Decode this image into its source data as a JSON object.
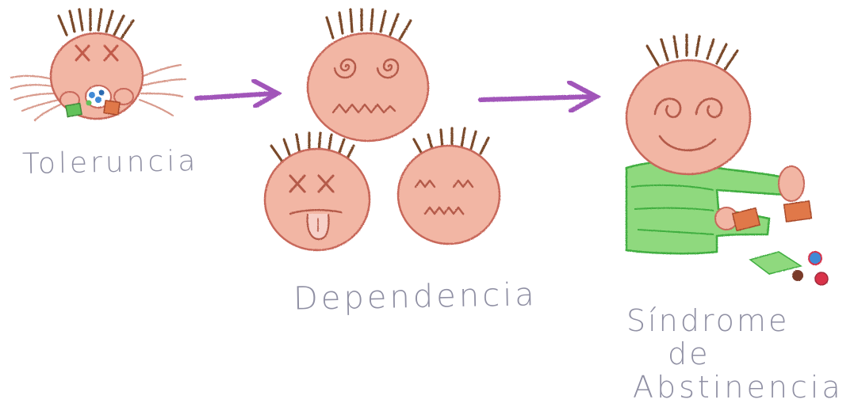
{
  "labels": {
    "tolerancia": "Toleruncia",
    "dependencia": "Dependencia",
    "abstinencia": {
      "line1": "Síndrome",
      "line2": "de",
      "line3": "Abstinencia"
    }
  },
  "colors": {
    "skin": "#f2b6a4",
    "skin_stroke": "#c8675a",
    "hair": "#7a4a2a",
    "arrow": "#a155b9",
    "shirt": "#7ed36f",
    "shirt_stroke": "#3fae3f",
    "label": "#8f8fa3",
    "pill_green": "#62c25a",
    "pill_orange": "#e0784a",
    "pill_blue": "#3f8ad6",
    "pill_red": "#d9324a",
    "pill_brown": "#7a3b2a"
  },
  "icons": [
    "dizzy-face-icon",
    "spiral-eyes-face-icon",
    "tongue-out-face-icon",
    "grimace-face-icon",
    "happy-face-icon",
    "arrow-right-icon",
    "pill-icon"
  ]
}
